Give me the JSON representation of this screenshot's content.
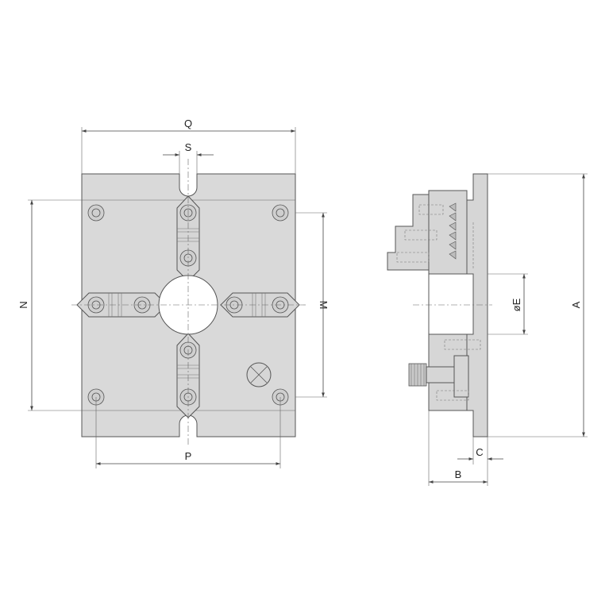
{
  "labels": {
    "q": "Q",
    "s": "S",
    "n": "N",
    "m": "M",
    "p": "P",
    "e": "øE",
    "a": "A",
    "b": "B",
    "c": "C"
  },
  "colors": {
    "part_fill": "#d9d9d9",
    "outline": "#555555",
    "dimension": "#444444"
  }
}
